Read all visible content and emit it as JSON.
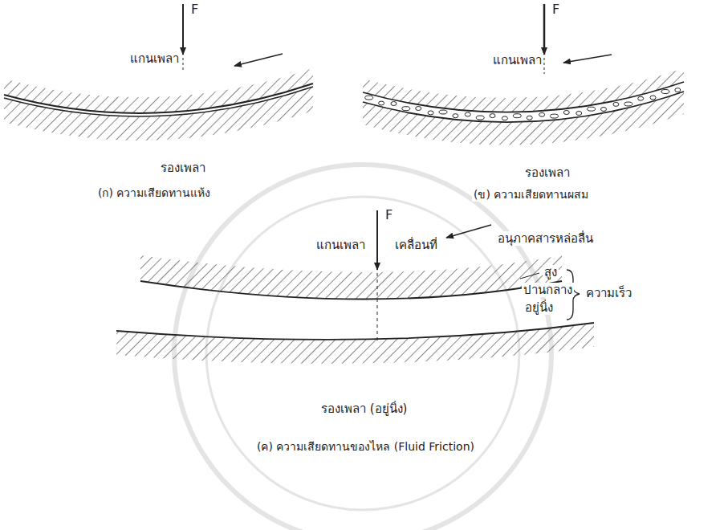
{
  "diagram": {
    "labels": [
      "F",
      "แกนเพลา",
      "รองเพลา",
      "(ก) ความเสียดทานแห้ง",
      "F",
      "แกนเพลา",
      "รองเพลา",
      "(ข) ความเสียดทานผสม",
      "F",
      "แกนเพลา",
      "เคลื่อนที่",
      "อนุภาคสารหล่อลื่น",
      "สูง",
      "ปานกลาง",
      "อยู่นิ่ง",
      "ความเร็ว",
      "รองเพลา (อยู่นิ่ง)",
      "(ค) ความเสียดทานของไหล (Fluid Friction)"
    ]
  }
}
